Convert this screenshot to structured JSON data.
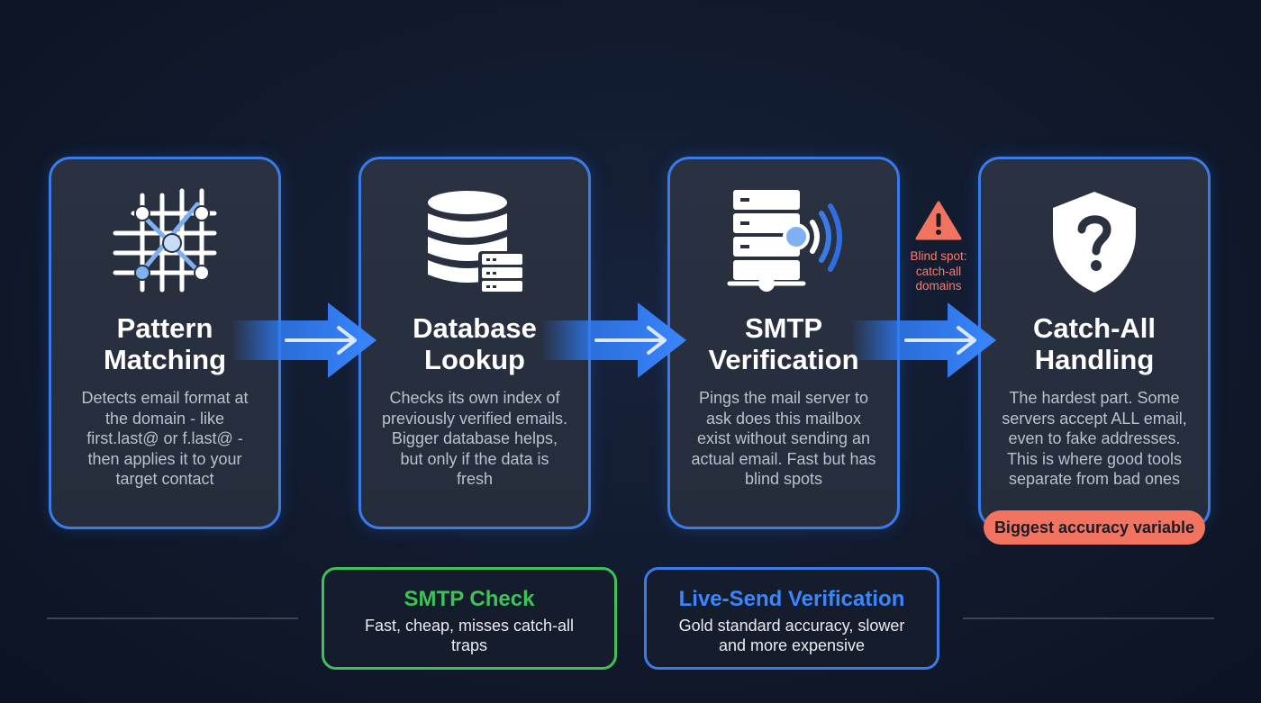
{
  "steps": [
    {
      "icon": "network-grid-icon",
      "title_line1": "Pattern",
      "title_line2": "Matching",
      "desc_lines": [
        "Detects email format at",
        "the domain - like",
        "first.last@ or f.last@ -",
        "then applies it to your",
        "target contact"
      ]
    },
    {
      "icon": "database-server-icon",
      "title_line1": "Database",
      "title_line2": "Lookup",
      "desc_lines": [
        "Checks its own index of",
        "previously verified emails.",
        "Bigger database helps,",
        "but only if the data is",
        "fresh"
      ]
    },
    {
      "icon": "server-ping-icon",
      "title_line1": "SMTP",
      "title_line2": "Verification",
      "desc_lines": [
        "Pings the mail server to",
        "ask does this mailbox",
        "exist without sending an",
        "actual email. Fast but has",
        "blind spots"
      ]
    },
    {
      "icon": "shield-question-icon",
      "title_line1": "Catch-All",
      "title_line2": "Handling",
      "desc_lines": [
        "The hardest part. Some",
        "servers accept ALL email,",
        "even to fake addresses.",
        "This is where good tools",
        "separate from bad ones"
      ]
    }
  ],
  "warning": {
    "icon": "warning-triangle-icon",
    "lines": [
      "Blind spot:",
      "catch-all",
      "domains"
    ]
  },
  "badge": "Biggest accuracy variable",
  "comparisons": [
    {
      "title": "SMTP Check",
      "desc_lines": [
        "Fast, cheap, misses catch-all",
        "traps"
      ],
      "color": "#3fc15a"
    },
    {
      "title": "Live-Send Verification",
      "desc_lines": [
        "Gold standard accuracy, slower",
        "and more expensive"
      ],
      "color": "#3a7be8"
    }
  ],
  "colors": {
    "card_border": "#3a7be8",
    "arrow": "#2f7cf6",
    "warning": "#f2735f",
    "green": "#3fc15a",
    "blue": "#3a7be8"
  }
}
